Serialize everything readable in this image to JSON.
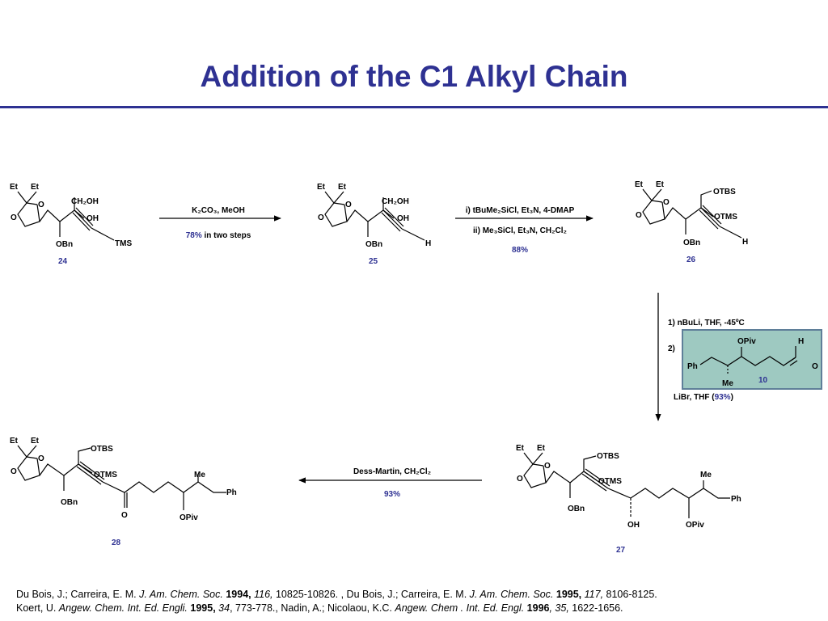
{
  "slide": {
    "title": "Addition of the C1 Alkyl Chain",
    "title_color": "#2e3192"
  },
  "compounds": {
    "c24": {
      "label": "24",
      "et1": "Et",
      "et2": "Et",
      "o_ring": "O",
      "o_ring2": "O",
      "ch2oh": "CH₂OH",
      "oh": "OH",
      "obn": "OBn",
      "tms": "TMS"
    },
    "c25": {
      "label": "25",
      "et1": "Et",
      "et2": "Et",
      "o_ring": "O",
      "o_ring2": "O",
      "ch2oh": "CH₂OH",
      "oh": "OH",
      "obn": "OBn",
      "h": "H"
    },
    "c26": {
      "label": "26",
      "et1": "Et",
      "et2": "Et",
      "o_ring": "O",
      "o_ring2": "O",
      "otbs": "OTBS",
      "otms": "OTMS",
      "obn": "OBn",
      "h": "H"
    },
    "c10": {
      "label": "10",
      "opiv": "OPiv",
      "h": "H",
      "o": "O",
      "ph": "Ph",
      "me": "Me"
    },
    "c27": {
      "label": "27",
      "et1": "Et",
      "et2": "Et",
      "o_ring": "O",
      "o_ring2": "O",
      "otbs": "OTBS",
      "otms": "OTMS",
      "obn": "OBn",
      "oh": "OH",
      "me": "Me",
      "ph": "Ph",
      "opiv": "OPiv"
    },
    "c28": {
      "label": "28",
      "et1": "Et",
      "et2": "Et",
      "o_ring": "O",
      "o_ring2": "O",
      "otbs": "OTBS",
      "otms": "OTMS",
      "obn": "OBn",
      "o": "O",
      "me": "Me",
      "ph": "Ph",
      "opiv": "OPiv"
    }
  },
  "reactions": {
    "r1": {
      "reagents": "K₂CO₃, MeOH",
      "yield": "78%",
      "yield_note": " in two steps"
    },
    "r2": {
      "step1": "i) tBuMe₂SiCl, Et₃N, 4-DMAP",
      "step2": "ii) Me₃SiCl, Et₃N, CH₂Cl₂",
      "yield": "88%"
    },
    "r3": {
      "step1": "1) nBuLi, THF, -45ºC",
      "step2": "2)",
      "step3_prefix": "LiBr, THF (",
      "yield": "93%",
      "step3_suffix": ")"
    },
    "r4": {
      "reagents": "Dess-Martin, CH₂Cl₂",
      "yield": "93%"
    }
  },
  "colors": {
    "label_blue": "#2e3192",
    "inset_fill": "#9ec9c1",
    "inset_border": "#5f7f99"
  },
  "references": {
    "r1_authors": "Du Bois, J.; Carreira, E. M. ",
    "r1_journal": "J. Am. Chem. Soc.",
    "r1_year": " 1994,",
    "r1_vol": " 116,",
    "r1_pages": " 10825-10826. , ",
    "r2_authors": "Du Bois, J.; Carreira, E. M. ",
    "r2_journal": "J. Am. Chem. Soc.",
    "r2_year": " 1995,",
    "r2_vol": " 117,",
    "r2_pages": " 8106-8125.",
    "r3_authors": "Koert, U. ",
    "r3_journal": "Angew. Chem. Int. Ed. Engli.",
    "r3_year": " 1995,",
    "r3_vol": " 34",
    "r3_pages": ", 773-778., ",
    "r4_authors": "Nadin, A.; Nicolaou, K.C. ",
    "r4_journal": "Angew. Chem . Int. Ed. Engl.",
    "r4_year": " 1996",
    "r4_vol": ", 35,",
    "r4_pages": " 1622-1656."
  }
}
